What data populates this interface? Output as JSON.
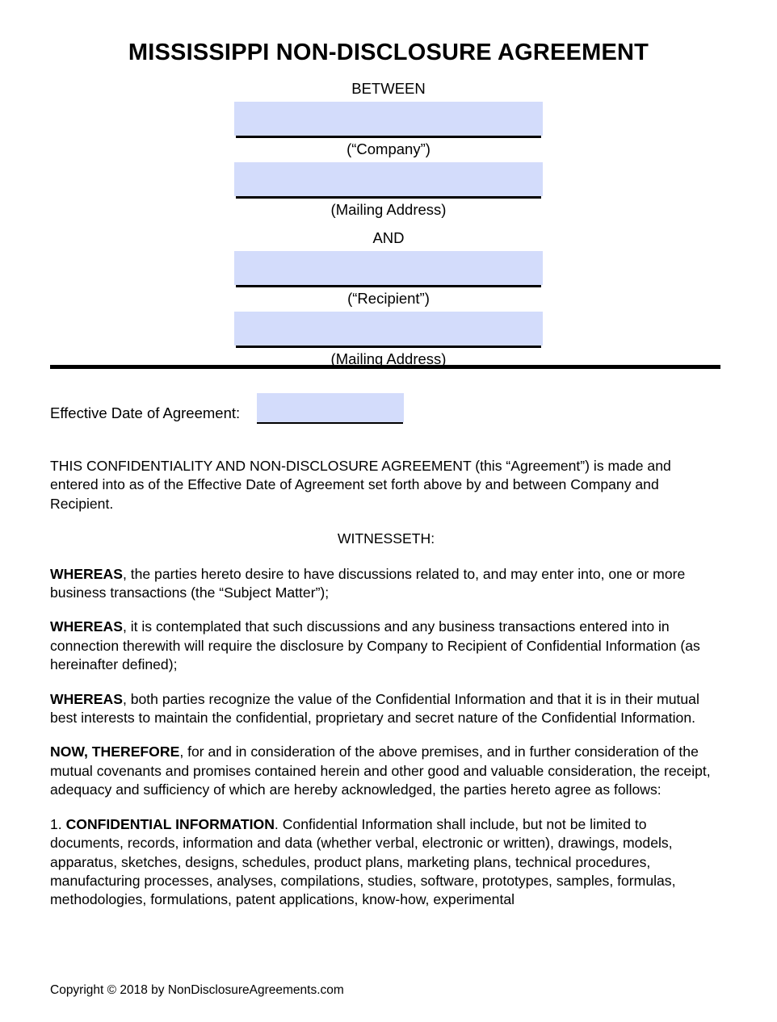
{
  "document": {
    "title": "MISSISSIPPI NON-DISCLOSURE AGREEMENT",
    "accent_fill": "#d3dcfb",
    "rule_color": "#000000",
    "text_color": "#000000"
  },
  "parties": {
    "between_label": "BETWEEN",
    "and_label": "AND",
    "company_field": {
      "value": "",
      "placeholder": "",
      "caption": "(“Company”)"
    },
    "company_address_field": {
      "value": "",
      "placeholder": "",
      "caption": "(Mailing Address)"
    },
    "recipient_field": {
      "value": "",
      "placeholder": "",
      "caption": "(“Recipient”)"
    },
    "recipient_address_field": {
      "value": "",
      "placeholder": "",
      "caption": "(Mailing Address)"
    }
  },
  "effective_date": {
    "label": "Effective Date of Agreement:",
    "value": "",
    "placeholder": ""
  },
  "body": {
    "intro": "THIS CONFIDENTIALITY AND NON-DISCLOSURE AGREEMENT (this “Agreement”) is made and entered into as of the Effective Date of Agreement set forth above by and between Company and Recipient.",
    "witnesseth": "WITNESSETH:",
    "whereas_1_lead": "WHEREAS",
    "whereas_1_text": ", the parties hereto desire to have discussions related to, and may enter into, one or more business transactions (the “Subject Matter”);",
    "whereas_2_lead": "WHEREAS",
    "whereas_2_text": ", it is contemplated that such discussions and any business transactions entered into in connection therewith will require the disclosure by Company to Recipient of Confidential Information (as hereinafter defined);",
    "whereas_3_lead": "WHEREAS",
    "whereas_3_text": ", both parties recognize the value of the Confidential Information and that it is in their mutual best interests to maintain the confidential, proprietary and secret nature of the Confidential Information.",
    "now_therefore_lead": "NOW, THEREFORE",
    "now_therefore_text": ", for and in consideration of the above premises, and in further consideration of the mutual covenants and promises contained herein and other good and valuable consideration, the receipt, adequacy and sufficiency of which are hereby acknowledged, the parties hereto agree as follows:",
    "section_1_number": "1. ",
    "section_1_heading": "CONFIDENTIAL INFORMATION",
    "section_1_text": ". Confidential Information shall include, but not be limited to documents, records, information and data (whether verbal, electronic or written), drawings, models, apparatus, sketches, designs, schedules, product plans, marketing plans, technical procedures, manufacturing processes, analyses, compilations, studies, software, prototypes, samples, formulas, methodologies, formulations, patent applications, know-how, experimental"
  },
  "footer": {
    "copyright": "Copyright © 2018 by NonDisclosureAgreements.com"
  }
}
